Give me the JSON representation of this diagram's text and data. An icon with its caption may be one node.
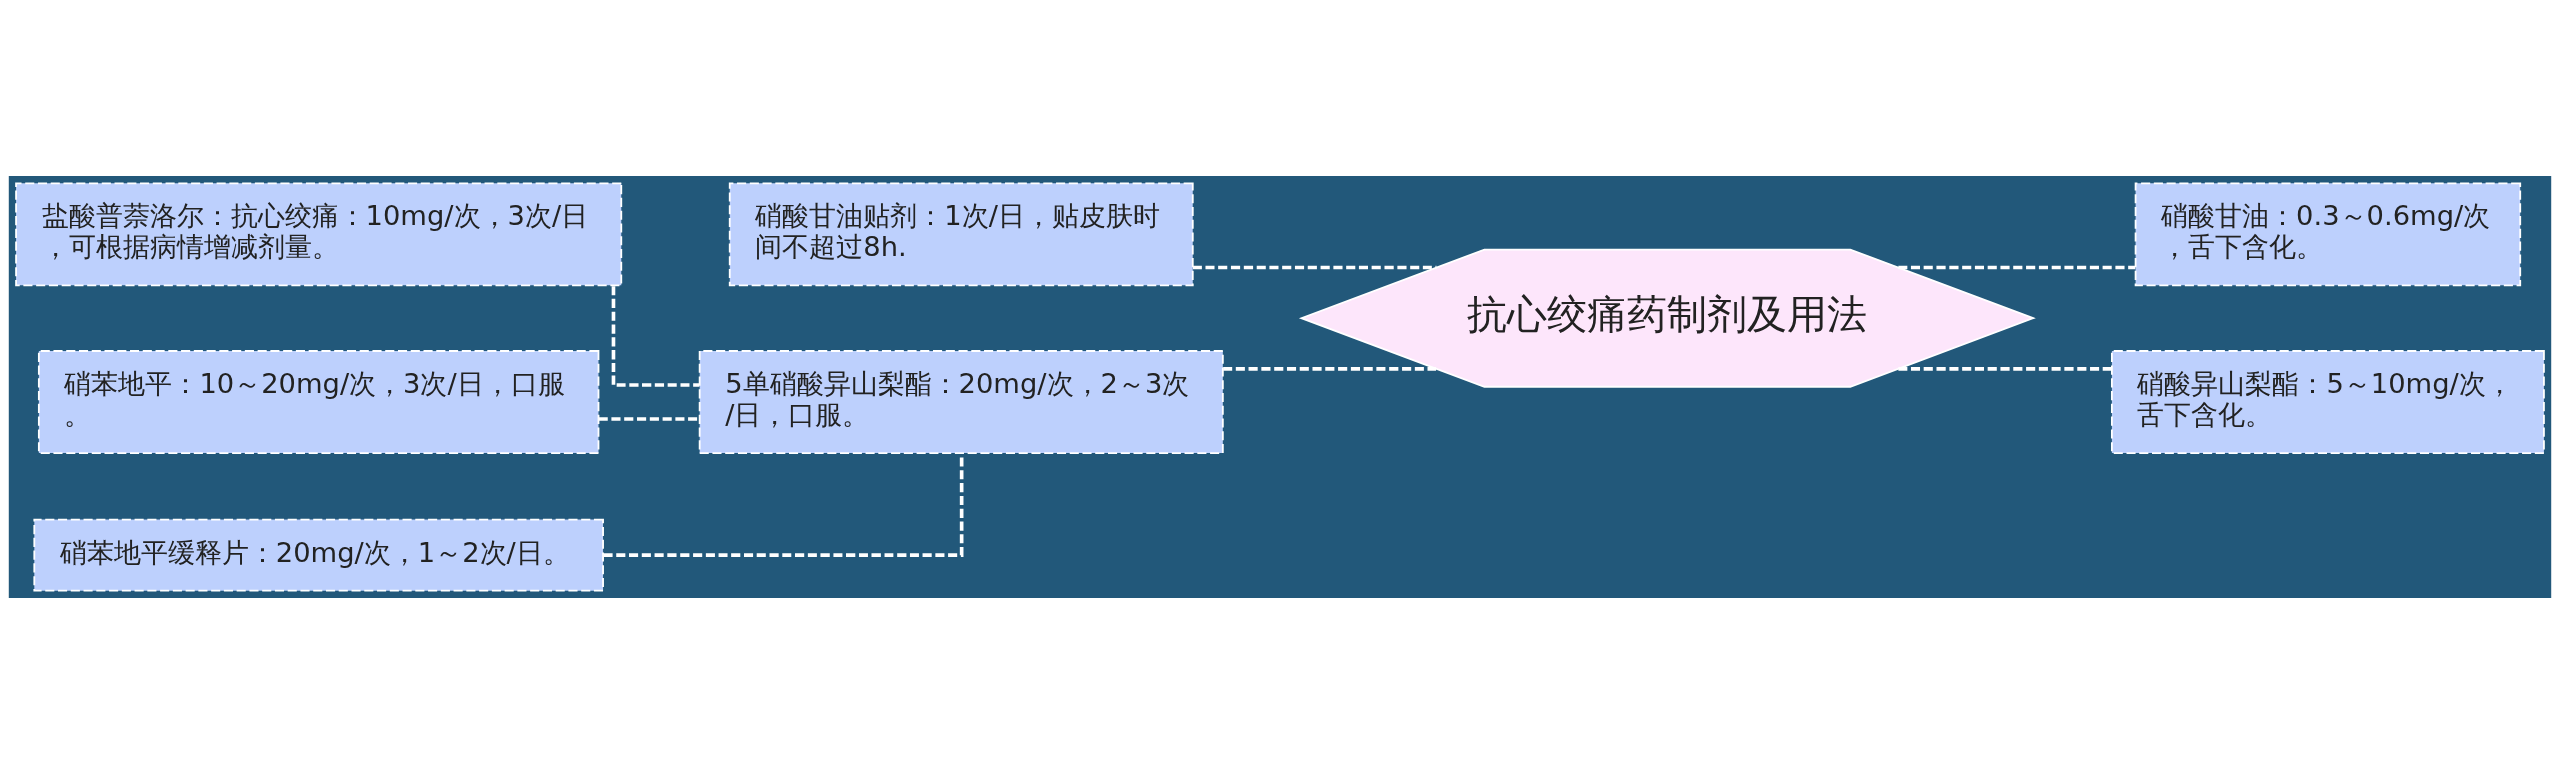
{
  "diagram": {
    "nodes": [
      {
        "text": [
          "抗心绞痛药制剂及用法"
        ]
      },
      {
        "text": [
          "硝酸甘油：0.3～0.6mg/次，舌下含化。"
        ]
      },
      {
        "text": [
          "硝酸异山梨酯：5～10mg/次，舌下含化。"
        ]
      },
      {
        "text": [
          "硝酸甘油贴剂：1次/日，贴皮肤时间不超过8h."
        ]
      },
      {
        "text": [
          "5单硝酸异山梨酯：20mg/次，2～3次/日，口服。"
        ]
      },
      {
        "text": [
          "盐酸普萘洛尔：抗心绞痛：10mg/次，3次/日，可根据病情增减剂量。"
        ]
      },
      {
        "text": [
          "硝苯地平：10～20mg/次，3次/日，口服。"
        ]
      },
      {
        "text": [
          "硝苯地平缓释片：20mg/次，1～2次/日。"
        ]
      }
    ],
    "edges": [
      {
        "from": 0,
        "to": 1,
        "arrow": "none"
      },
      {
        "from": 0,
        "to": 2,
        "arrow": "none"
      },
      {
        "from": 0,
        "to": 3,
        "arrow": "none"
      },
      {
        "from": 0,
        "to": 4,
        "arrow": "none"
      },
      {
        "from": 4,
        "to": 5,
        "arrow": "none"
      },
      {
        "from": 4,
        "to": 6,
        "arrow": "none"
      },
      {
        "from": 4,
        "to": 7,
        "arrow": "none"
      }
    ]
  }
}
